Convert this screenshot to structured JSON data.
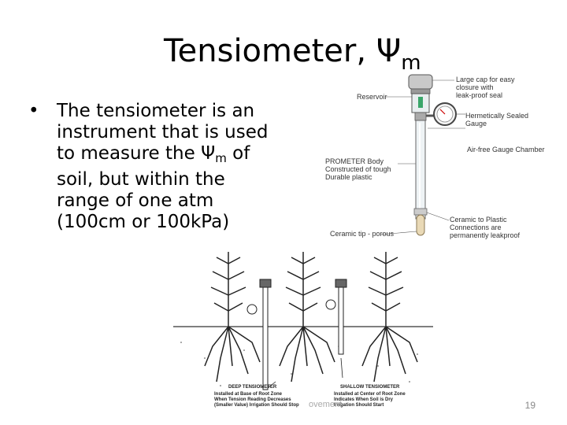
{
  "slide": {
    "title_main": "Tensiometer, Ψ",
    "title_sub": "m",
    "bullet_symbol": "•",
    "bullet_part1": "The tensiometer is an instrument that is used to measure the Ψ",
    "bullet_sub": "m",
    "bullet_part2": " of soil, but within the range of one atm (100cm or 100kPa)",
    "page_number": "19",
    "footer_fragment": "ovement"
  },
  "diagram_labels": {
    "cap": "Large cap for easy\nclosure with\nleak-proof seal",
    "reservoir": "Reservoir",
    "gauge": "Hermetically Sealed\nGauge",
    "chamber": "Air-free Gauge Chamber",
    "body": "PROMETER Body\nConstructed of tough\nDurable plastic",
    "connections": "Ceramic to Plastic\nConnections are\npermanently leakproof",
    "tip": "Ceramic tip - porous"
  },
  "bottom_captions": {
    "deep_title": "DEEP TENSIOMETER",
    "deep_body": "Installed at Base of Root Zone\nWhen Tension Reading Decreases\n(Smaller Value) Irrigation Should Stop",
    "shallow_title": "SHALLOW TENSIOMETER",
    "shallow_body": "Installed at Center of Root Zone\nIndicates When Soil is Dry\nIrrigation Should Start"
  }
}
